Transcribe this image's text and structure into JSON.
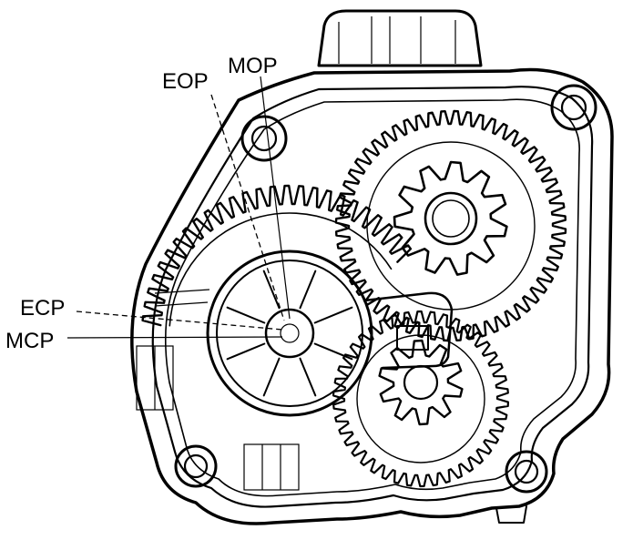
{
  "figure": {
    "labels": {
      "eop": "EOP",
      "mop": "MOP",
      "ecp": "ECP",
      "mcp": "MCP"
    }
  }
}
